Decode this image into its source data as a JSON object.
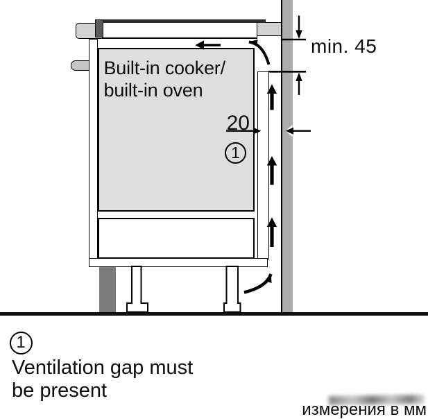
{
  "diagram": {
    "cooker_label": {
      "line1": "Built-in cooker/",
      "line2": "built-in oven"
    },
    "dimensions": {
      "top_clearance": "min. 45",
      "rear_gap": "20"
    },
    "callout": {
      "number": "1"
    }
  },
  "legend": {
    "number": "1",
    "line1": "Ventilation gap must",
    "line2": "be present"
  },
  "footer": {
    "units_note": "измерения в мм"
  },
  "icons": {
    "airflow-up-arrow": "▲",
    "airflow-left-arrow": "◀",
    "airflow-curved-arrow": "⤴",
    "dim-down-arrow": "▼",
    "dim-up-arrow": "▲",
    "dim-right-arrow": "▶",
    "dim-left-arrow": "◀",
    "circled-number": "①"
  },
  "colors": {
    "line": "#000000",
    "wall-fill": "#acacac",
    "cooker-fill": "#dedede",
    "worktop-fill": "#d2d2d2",
    "plinth-fill": "#7b7b7b",
    "handle-fill": "#c6c6c6",
    "hob-strip-fill": "#5a5a5a",
    "hob-plate-fill": "#2b2b2b",
    "floor-fill": "#101010"
  }
}
